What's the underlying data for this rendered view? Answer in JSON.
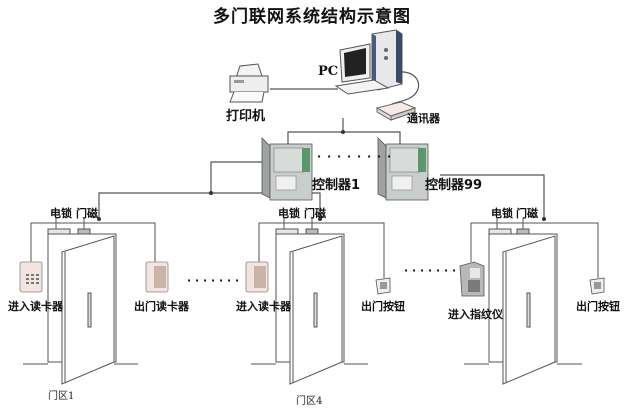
{
  "title": "多门联网系统结构示意图",
  "top": {
    "pc_label": "PC",
    "printer_label": "打印机",
    "communicator_label": "通讯器"
  },
  "controllers": [
    {
      "label": "控制器1"
    },
    {
      "label": "控制器99"
    }
  ],
  "controller_ellipsis": "· · · · · · · ·",
  "door_ellipsis": "· · · · · · ·",
  "doors": [
    {
      "zone_label": "门区1",
      "lock_label": "电锁",
      "sensor_label": "门磁",
      "entry_device": "进入读卡器",
      "exit_device": "出门读卡器"
    },
    {
      "zone_label": "门区4",
      "lock_label": "电锁",
      "sensor_label": "门磁",
      "entry_device": "进入读卡器",
      "exit_device": "出门按钮"
    },
    {
      "zone_label": "",
      "lock_label": "电锁",
      "sensor_label": "门磁",
      "entry_device": "进入指纹仪",
      "exit_device": "出门按钮"
    }
  ],
  "colors": {
    "line": "#555555",
    "device_body": "#e8e8e8",
    "controller_body": "#bfc4c2",
    "pcb_green": "#5a9a6a",
    "reader_pink": "#f3e4e0"
  }
}
